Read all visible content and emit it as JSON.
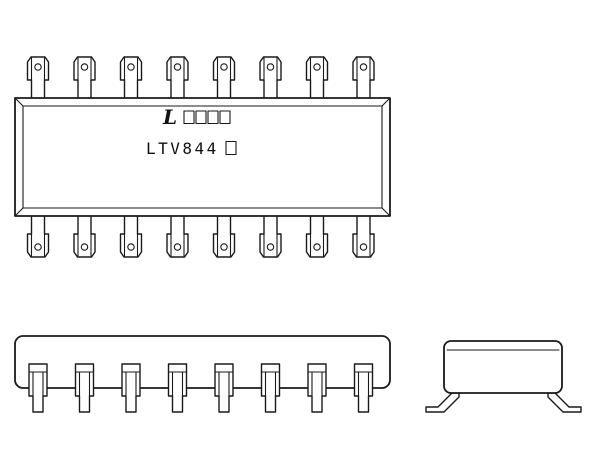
{
  "figure": {
    "marking": {
      "logo_text": "L",
      "part_number": "LTV844",
      "date_code_box_count": 4,
      "suffix_box_count": 1
    },
    "package": {
      "pins_top_row": 8,
      "pins_bottom_row": 8,
      "pins_side_view": 8,
      "views": [
        "top",
        "side",
        "end"
      ]
    }
  },
  "colors": {
    "line": "#1a1a1a",
    "background": "#ffffff"
  }
}
